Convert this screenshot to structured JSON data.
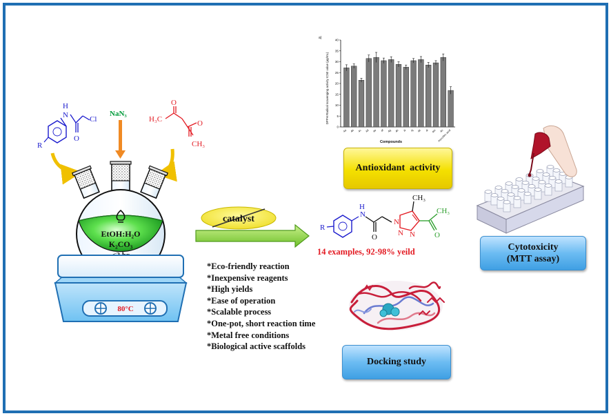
{
  "colors": {
    "frame": "#1f6fb3",
    "aryl": "#1a1acd",
    "azide": "#009b3a",
    "diketone": "#e31b23",
    "flask": "#3cd43c",
    "product_acetyl": "#2a9d2a"
  },
  "reactants": {
    "chloroacetamide": {
      "nh": "H",
      "n": "N",
      "o": "O",
      "cl": "Cl",
      "r": "R"
    },
    "azide": "NaN₃",
    "diketone": {
      "ch3_left": "H₃C",
      "ch3_right": "CH₃",
      "o": "O"
    }
  },
  "flask": {
    "solvent": "EtOH:H₂O",
    "base": "K₂CO₃",
    "time": "<2 hr"
  },
  "hotplate": {
    "temperature": "80°C"
  },
  "reaction_arrow": {
    "label": "catalyst"
  },
  "product": {
    "r": "R",
    "nh": "H",
    "n": "N",
    "o": "O",
    "ch3_ring": "CH₃",
    "ch3_acetyl": "CH₃",
    "triazole_n": "N"
  },
  "yield_text": "14 examples, 92-98% yeild",
  "features": [
    "*Eco-friendly reaction",
    "*Inexpensive reagents",
    "*High yields",
    "*Ease of operation",
    "*Scalable process",
    "*One-pot, short reaction time",
    "*Metal free conditions",
    "*Biological active scaffolds"
  ],
  "boxes": {
    "antioxidant": "Antioxidant  activity",
    "docking": "Docking study",
    "cytotoxicity_line1": "Cytotoxicity",
    "cytotoxicity_line2": "(MTT assay)"
  },
  "chart_data": {
    "type": "bar",
    "panel_label": "a)",
    "ylabel": "DPPH Radical scavenging activity IC50 value (μg/mL)",
    "xlabel": "Compounds",
    "ylim": [
      0,
      40
    ],
    "yticks": [
      0,
      5,
      10,
      15,
      20,
      25,
      30,
      35,
      40
    ],
    "categories": [
      "4a",
      "4b",
      "4c",
      "4d",
      "4e",
      "4f",
      "4g",
      "4h",
      "4i",
      "4j",
      "4k",
      "4l",
      "4m",
      "4n",
      "Ascorbic acid"
    ],
    "values": [
      27.2,
      28.0,
      21.5,
      31.5,
      32.0,
      30.5,
      31.0,
      28.8,
      27.5,
      30.5,
      31.0,
      28.5,
      29.5,
      32.0,
      16.8
    ],
    "errors": [
      1.4,
      1.0,
      0.9,
      1.6,
      2.3,
      1.2,
      1.3,
      1.2,
      1.0,
      1.0,
      1.4,
      1.2,
      1.0,
      1.6,
      1.7
    ],
    "bar_color": "#7b7b7b"
  }
}
